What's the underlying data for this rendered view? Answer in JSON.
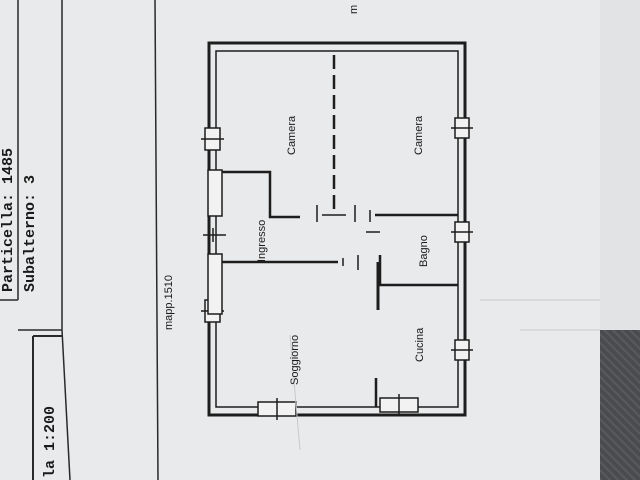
{
  "header": {
    "particella": "Particella: 1485",
    "subalterno": "Subalterno: 3",
    "scala": "la 1:200"
  },
  "plan": {
    "mappale": "mapp.1510",
    "rooms": {
      "camera_left": "Camera",
      "camera_right": "Camera",
      "ingresso": "Ingresso",
      "bagno": "Bagno",
      "soggiorno": "Soggiorno",
      "cucina": "Cucina"
    }
  },
  "corner_text": "m"
}
